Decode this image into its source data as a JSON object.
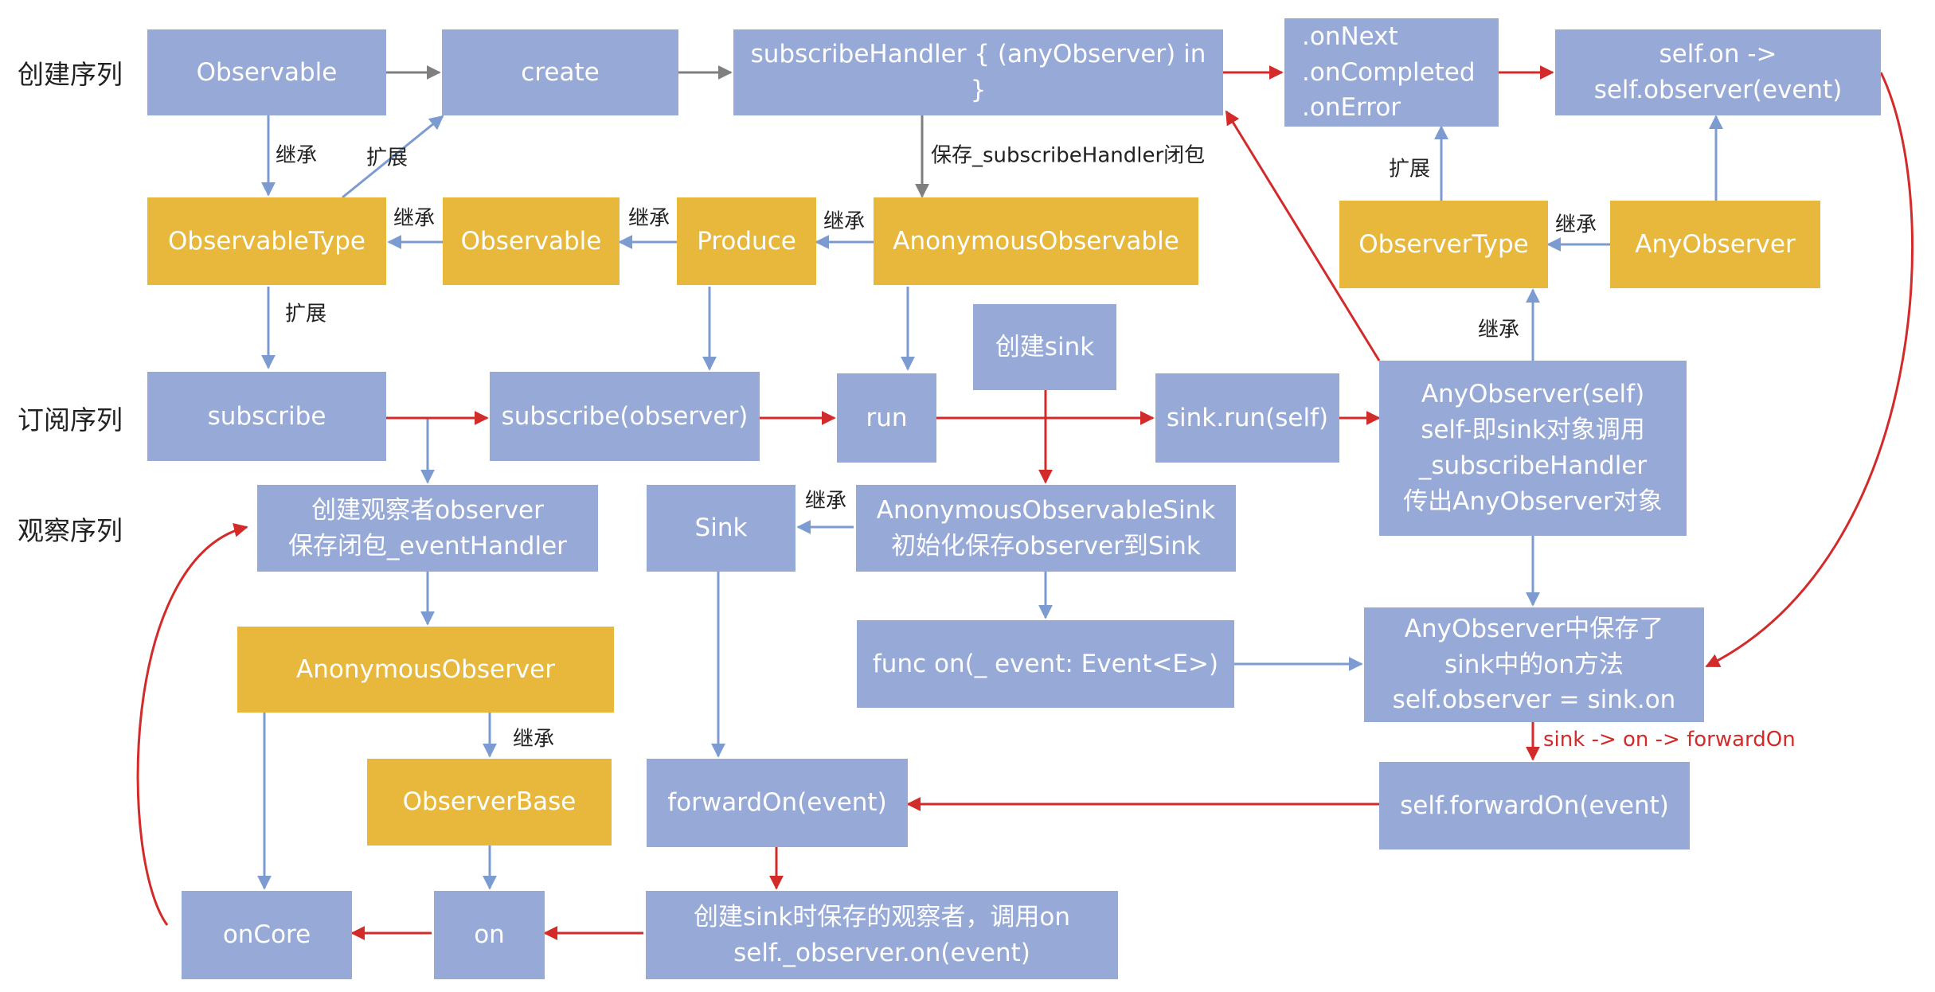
{
  "row_labels": {
    "create": "创建序列",
    "subscribe": "订阅序列",
    "observe": "观察序列"
  },
  "nodes": {
    "observable_top": "Observable",
    "create": "create",
    "subscribe_handler": "subscribeHandler { (anyObserver) in }",
    "on_events": ".onNext\n.onCompleted\n.onError",
    "self_on": "self.on ->\nself.observer(event)",
    "observable_type": "ObservableType",
    "observable_mid": "Observable",
    "produce": "Produce",
    "anonymous_observable": "AnonymousObservable",
    "observer_type": "ObserverType",
    "any_observer_top": "AnyObserver",
    "create_sink": "创建sink",
    "subscribe": "subscribe",
    "subscribe_observer": "subscribe(observer)",
    "run": "run",
    "sink_run": "sink.run(self)",
    "any_observer_self": "AnyObserver(self)\nself-即sink对象调用\n_subscribeHandler\n传出AnyObserver对象",
    "create_observer": "创建观察者observer\n保存闭包_eventHandler",
    "sink": "Sink",
    "anonymous_observable_sink": "AnonymousObservableSink\n初始化保存observer到Sink",
    "anonymous_observer": "AnonymousObserver",
    "func_on": "func on(_ event: Event<E>)",
    "any_observer_saved": "AnyObserver中保存了\nsink中的on方法\nself.observer = sink.on",
    "observer_base": "ObserverBase",
    "forward_on": "forwardOn(event)",
    "self_forward_on": "self.forwardOn(event)",
    "on_core": "onCore",
    "on": "on",
    "call_on": "创建sink时保存的观察者，调用on\nself._observer.on(event)"
  },
  "edge_labels": {
    "inherit_1": "继承",
    "extend_1": "扩展",
    "save_closure": "保存_subscribeHandler闭包",
    "extend_observer": "扩展",
    "inherit_2": "继承",
    "inherit_3": "继承",
    "inherit_4": "继承",
    "inherit_5": "继承",
    "extend_2": "扩展",
    "inherit_6": "继承",
    "inherit_7": "继承",
    "inherit_8": "继承",
    "sink_on_forward": "sink -> on -> forwardOn"
  },
  "colors": {
    "blue_node": "#97a9d6",
    "gold_node": "#e8b83c",
    "gray_arrow": "#7f7f7f",
    "blue_arrow": "#7c9bd0",
    "red_arrow": "#d32a2a"
  }
}
